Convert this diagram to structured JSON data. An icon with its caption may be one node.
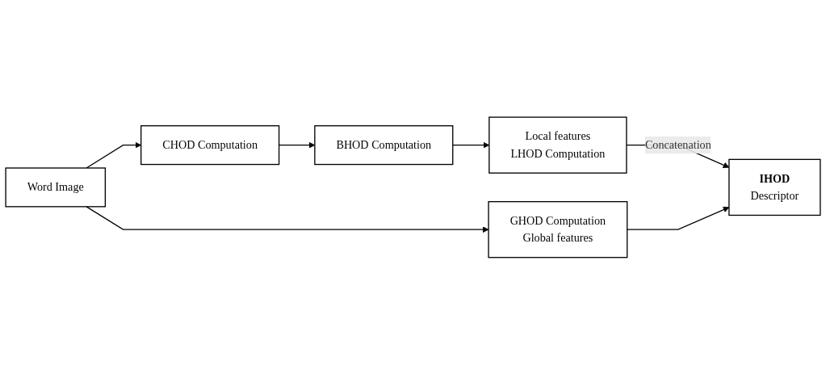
{
  "diagram": {
    "nodes": [
      {
        "text": [
          "Word Image"
        ]
      },
      {
        "text": [
          "CHOD Computation"
        ]
      },
      {
        "text": [
          "BHOD Computation"
        ]
      },
      {
        "text": [
          "Local features",
          "LHOD Computation"
        ]
      },
      {
        "text": [
          "GHOD Computation",
          "Global features"
        ]
      },
      {
        "text": [
          "IHOD",
          "Descriptor"
        ]
      }
    ],
    "edges": [
      {
        "from": 0,
        "to": 1,
        "arrow": "to"
      },
      {
        "from": 0,
        "to": 4,
        "arrow": "to"
      },
      {
        "from": 1,
        "to": 2,
        "arrow": "to"
      },
      {
        "from": 2,
        "to": 3,
        "arrow": "to"
      },
      {
        "from": 3,
        "to": 5,
        "arrow": "to",
        "label": "Concatenation"
      },
      {
        "from": 4,
        "to": 5,
        "arrow": "to"
      }
    ]
  }
}
